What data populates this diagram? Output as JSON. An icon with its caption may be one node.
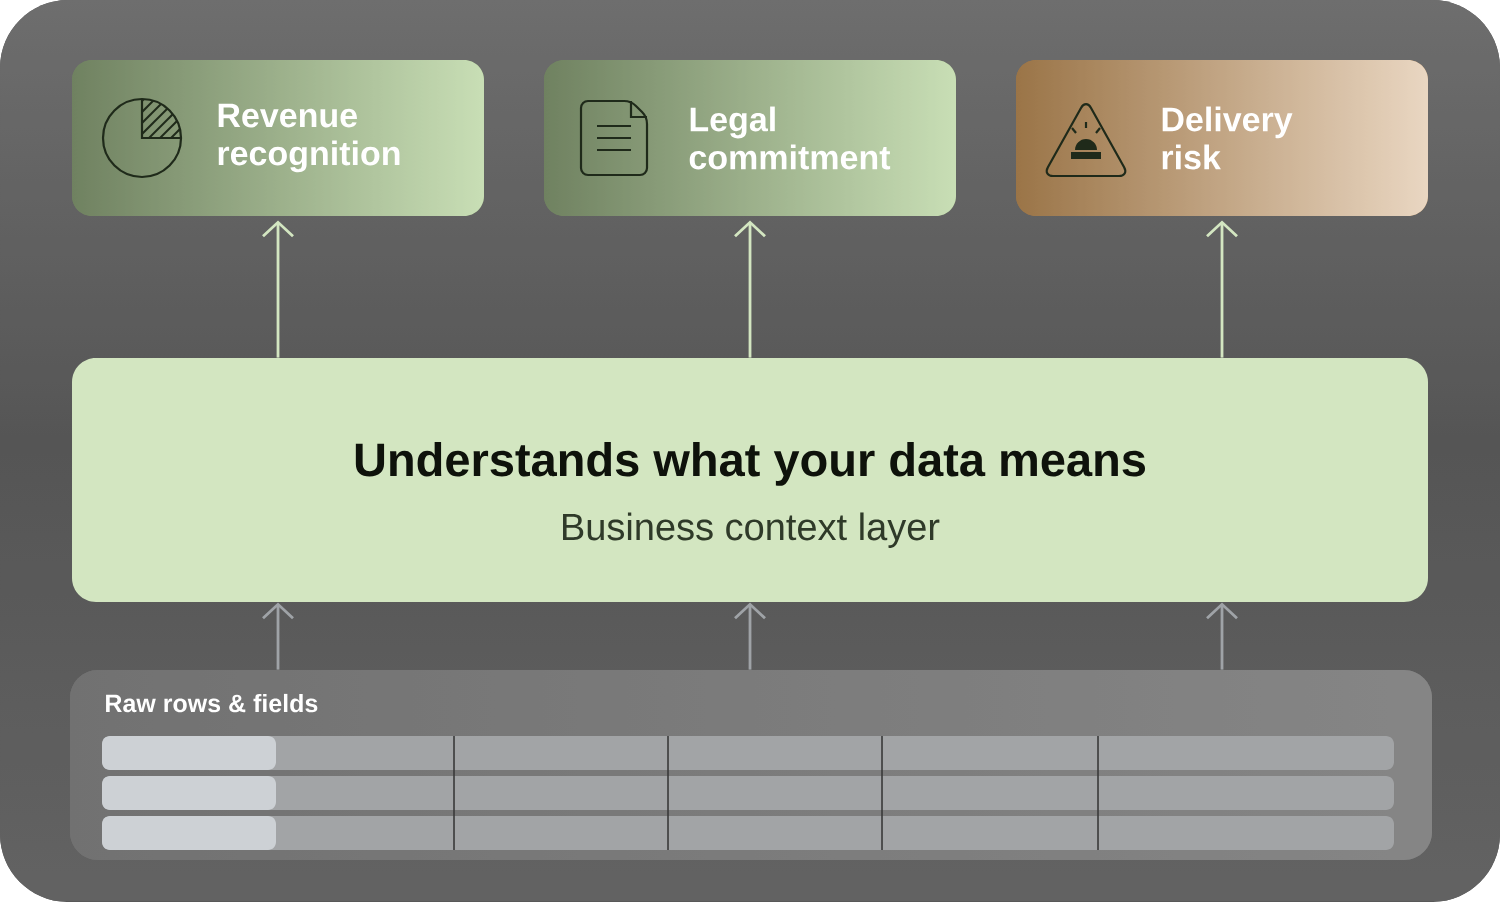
{
  "diagram": {
    "nodes": [
      {
        "text": [
          "Revenue recognition"
        ]
      },
      {
        "text": [
          "Legal commitment"
        ]
      },
      {
        "text": [
          "Delivery risk"
        ]
      },
      {
        "text": [
          "Understands what your data means",
          "Business context layer"
        ]
      },
      {
        "text": [
          "Raw rows & fields"
        ]
      }
    ],
    "edges": [
      {
        "from": 3,
        "to": 0,
        "arrow": "to",
        "color": "#d3e6c1"
      },
      {
        "from": 3,
        "to": 1,
        "arrow": "to",
        "color": "#d3e6c1"
      },
      {
        "from": 3,
        "to": 2,
        "arrow": "to",
        "color": "#d3e6c1"
      },
      {
        "from": 4,
        "to": 3,
        "arrow": "to",
        "color": "#9fa3a7"
      },
      {
        "from": 4,
        "to": 3,
        "arrow": "to",
        "color": "#9fa3a7"
      },
      {
        "from": 4,
        "to": 3,
        "arrow": "to",
        "color": "#9fa3a7"
      }
    ]
  }
}
